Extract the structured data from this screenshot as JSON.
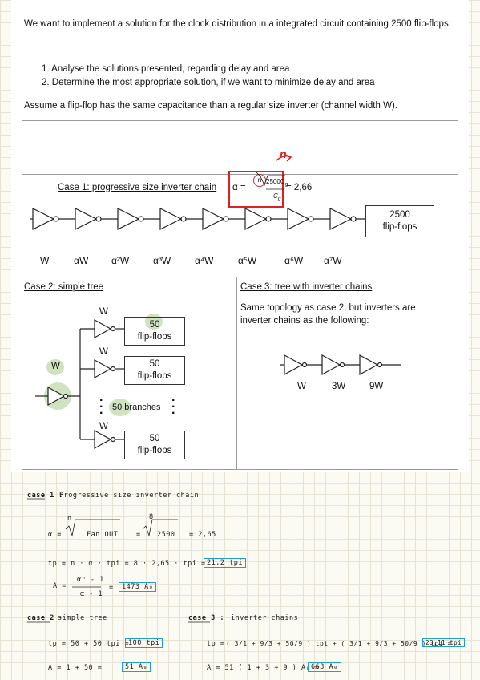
{
  "intro": "We want to implement a solution for the clock distribution in a integrated circuit containing 2500 flip-flops:",
  "list": [
    "1.  Analyse the solutions presented, regarding delay and area",
    "2.  Determine the most appropriate solution, if  we want to minimize delay and area"
  ],
  "assume": "Assume a flip-flop has the same capacitance than a regular size inverter (channel width W).",
  "case1": {
    "title": "Case 1: progressive size inverter chain",
    "alpha_sym": "α =",
    "frac_num": "2500C",
    "frac_num_sub": "g",
    "frac_den": "C",
    "frac_den_sub": "g",
    "value": "= 2,66",
    "root_index": "n",
    "red_n": "n",
    "ff_label": "2500\nflip-flops",
    "widths": [
      "W",
      "αW",
      "α²W",
      "α³W",
      "α⁴W",
      "α⁵W",
      "α⁶W",
      "α⁷W"
    ]
  },
  "case2": {
    "title": "Case 2: simple tree",
    "root_w": "W",
    "branch_w": "W",
    "ff_top": "50\nflip-flops",
    "ff_mid": "50\nflip-flops",
    "ff_bot": "50\nflip-flops",
    "branches": "50 branches"
  },
  "case3": {
    "title": "Case 3: tree with inverter chains",
    "desc": "Same topology as case 2, but inverters are inverter chains as the following:",
    "widths": [
      "W",
      "3W",
      "9W"
    ]
  },
  "notes": {
    "case1_title": "case 1 :",
    "case1_sub": "Progressive size inverter chain",
    "alpha_lhs": "α =",
    "alpha_root_index": "n",
    "alpha_fanout": "Fan OUT",
    "alpha_eq": "=",
    "alpha_root_index2": "8",
    "alpha_2500": "2500",
    "alpha_val": "= 2,65",
    "tp_line": "tp = n · α · tpi  =  8 · 2,65 · tpi =",
    "tp_result": "21,2 tpi",
    "a_lhs": "A =",
    "a_num": "αⁿ - 1",
    "a_den": "α - 1",
    "a_eq": "=",
    "a_result": "1473 A₀",
    "case2_title": "case 2 ·",
    "case2_sub": "simple tree",
    "tp2_line": "tp =  50 +  50 tpi  =",
    "tp2_result": "100 tpi",
    "a2_line": "A =   1 + 50 =",
    "a2_result": "51 A₀",
    "case3_title": "case 3 :",
    "case3_sub": "inverter chains",
    "tp3_lhs": "tp =",
    "tp3_body": "( 3/1 + 9/3 + 50/9 ) tpi + ( 3/1 + 9/3 + 50/9 ) tpi =",
    "tp3_result": "23,11 tpi",
    "a3_line": "A = 51 ( 1 + 3 + 9 ) A₀ =",
    "a3_result": "663 A₀"
  }
}
